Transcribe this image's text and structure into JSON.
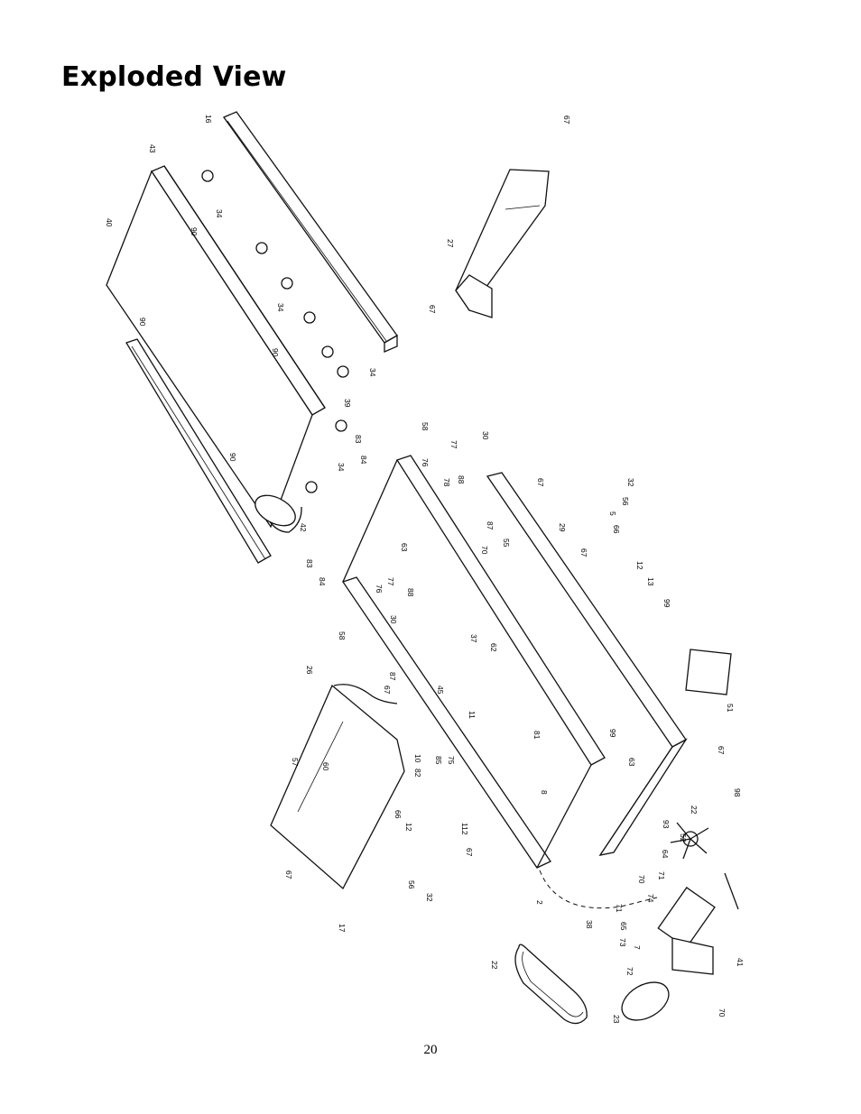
{
  "page": {
    "title": "Exploded View",
    "page_number": "20"
  },
  "callouts": [
    {
      "id": "c43",
      "text": "43"
    },
    {
      "id": "c16",
      "text": "16"
    },
    {
      "id": "c40",
      "text": "40"
    },
    {
      "id": "c90a",
      "text": "90"
    },
    {
      "id": "c34a",
      "text": "34"
    },
    {
      "id": "c90b",
      "text": "90"
    },
    {
      "id": "c34b",
      "text": "34"
    },
    {
      "id": "c90c",
      "text": "90"
    },
    {
      "id": "c34c",
      "text": "34"
    },
    {
      "id": "c39",
      "text": "39"
    },
    {
      "id": "c90d",
      "text": "90"
    },
    {
      "id": "c34d",
      "text": "34"
    },
    {
      "id": "c42",
      "text": "42"
    },
    {
      "id": "c67a",
      "text": "67"
    },
    {
      "id": "c27",
      "text": "27"
    },
    {
      "id": "c67b",
      "text": "67"
    },
    {
      "id": "c58a",
      "text": "58"
    },
    {
      "id": "c77a",
      "text": "77"
    },
    {
      "id": "c30a",
      "text": "30"
    },
    {
      "id": "c83a",
      "text": "83"
    },
    {
      "id": "c84a",
      "text": "84"
    },
    {
      "id": "c76a",
      "text": "76"
    },
    {
      "id": "c78a",
      "text": "78"
    },
    {
      "id": "c88",
      "text": "88"
    },
    {
      "id": "c67c",
      "text": "67"
    },
    {
      "id": "c32a",
      "text": "32"
    },
    {
      "id": "c56a",
      "text": "56"
    },
    {
      "id": "c5a",
      "text": "5"
    },
    {
      "id": "c66a",
      "text": "66"
    },
    {
      "id": "c29",
      "text": "29"
    },
    {
      "id": "c87a",
      "text": "87"
    },
    {
      "id": "c55a",
      "text": "55"
    },
    {
      "id": "c70a",
      "text": "70"
    },
    {
      "id": "c63",
      "text": "63"
    },
    {
      "id": "c83b",
      "text": "83"
    },
    {
      "id": "c84b",
      "text": "84"
    },
    {
      "id": "c76b",
      "text": "76"
    },
    {
      "id": "c77b",
      "text": "77"
    },
    {
      "id": "c88b",
      "text": "88"
    },
    {
      "id": "c30b",
      "text": "30"
    },
    {
      "id": "c12a",
      "text": "12"
    },
    {
      "id": "c67d",
      "text": "67"
    },
    {
      "id": "c13",
      "text": "13"
    },
    {
      "id": "c99a",
      "text": "99"
    },
    {
      "id": "c58b",
      "text": "58"
    },
    {
      "id": "c37",
      "text": "37"
    },
    {
      "id": "c62",
      "text": "62"
    },
    {
      "id": "c51",
      "text": "51"
    },
    {
      "id": "c26",
      "text": "26"
    },
    {
      "id": "c87b",
      "text": "87"
    },
    {
      "id": "c67e",
      "text": "67"
    },
    {
      "id": "c45",
      "text": "45"
    },
    {
      "id": "c11",
      "text": "11"
    },
    {
      "id": "c81",
      "text": "81"
    },
    {
      "id": "c99b",
      "text": "99"
    },
    {
      "id": "c63b",
      "text": "63"
    },
    {
      "id": "c67f",
      "text": "67"
    },
    {
      "id": "c57",
      "text": "57"
    },
    {
      "id": "c60",
      "text": "60"
    },
    {
      "id": "c10",
      "text": "10"
    },
    {
      "id": "c82",
      "text": "82"
    },
    {
      "id": "c85",
      "text": "85"
    },
    {
      "id": "c75",
      "text": "75"
    },
    {
      "id": "c66b",
      "text": "66"
    },
    {
      "id": "c12b",
      "text": "12"
    },
    {
      "id": "c112",
      "text": "112"
    },
    {
      "id": "c2",
      "text": "2"
    },
    {
      "id": "c8",
      "text": "8"
    },
    {
      "id": "c67g",
      "text": "67"
    },
    {
      "id": "c56b",
      "text": "56"
    },
    {
      "id": "c32b",
      "text": "32"
    },
    {
      "id": "c17",
      "text": "17"
    },
    {
      "id": "c67h",
      "text": "67"
    },
    {
      "id": "c98",
      "text": "98"
    },
    {
      "id": "c22a",
      "text": "22"
    },
    {
      "id": "c93",
      "text": "93"
    },
    {
      "id": "c52",
      "text": "52"
    },
    {
      "id": "c64",
      "text": "64"
    },
    {
      "id": "c70b",
      "text": "70"
    },
    {
      "id": "c74",
      "text": "74"
    },
    {
      "id": "c71a",
      "text": "71"
    },
    {
      "id": "c71b",
      "text": "71"
    },
    {
      "id": "c65",
      "text": "65"
    },
    {
      "id": "c73",
      "text": "73"
    },
    {
      "id": "c38",
      "text": "38"
    },
    {
      "id": "c7",
      "text": "7"
    },
    {
      "id": "c41",
      "text": "41"
    },
    {
      "id": "c22b",
      "text": "22"
    },
    {
      "id": "c72",
      "text": "72"
    },
    {
      "id": "c70c",
      "text": "70"
    },
    {
      "id": "c23",
      "text": "23"
    }
  ]
}
